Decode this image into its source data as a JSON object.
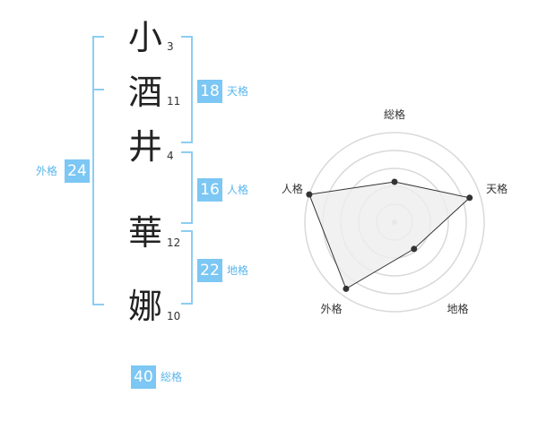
{
  "name": {
    "chars": [
      {
        "char": "小",
        "strokes": "3"
      },
      {
        "char": "酒",
        "strokes": "11"
      },
      {
        "char": "井",
        "strokes": "4"
      },
      {
        "char": "華",
        "strokes": "12"
      },
      {
        "char": "娜",
        "strokes": "10"
      }
    ]
  },
  "kaku": {
    "tenkaku": {
      "value": "18",
      "label": "天格"
    },
    "jinkaku": {
      "value": "16",
      "label": "人格"
    },
    "chikaku": {
      "value": "22",
      "label": "地格"
    },
    "gaikaku": {
      "value": "24",
      "label": "外格"
    },
    "soukaku": {
      "value": "40",
      "label": "総格"
    }
  },
  "colors": {
    "accent": "#7cc7f4",
    "accent_text": "#5ab6ec",
    "bracket": "#8ccdf3",
    "radar_ring": "#d9d9d9",
    "radar_fill": "#eeeeee"
  },
  "chart_data": {
    "type": "radar",
    "axes": [
      "総格",
      "天格",
      "地格",
      "外格",
      "人格"
    ],
    "values": [
      0.45,
      0.88,
      0.37,
      0.92,
      1.0
    ],
    "range": [
      0,
      1
    ]
  }
}
